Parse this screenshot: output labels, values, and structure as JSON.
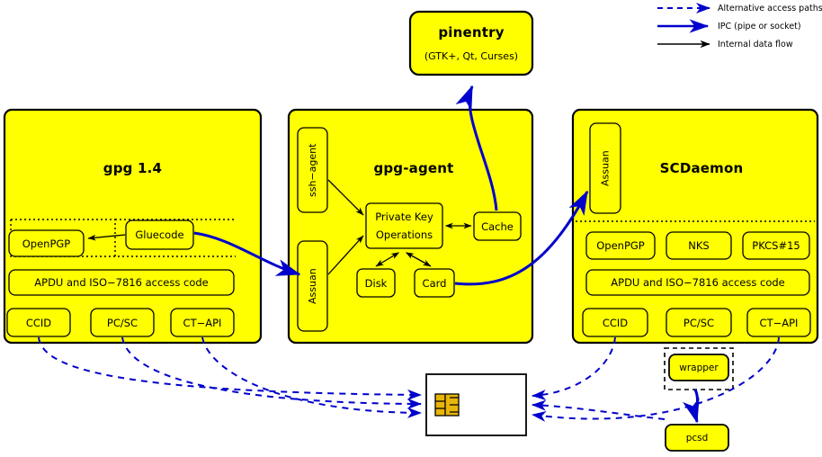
{
  "colors": {
    "fill": "#ffff00",
    "stroke": "#000000",
    "ipc": "#0000cc",
    "dashed": "#0000cc",
    "card_fill": "#ffffff",
    "chip": "#e8b50a"
  },
  "legend": {
    "items": [
      {
        "style": "dashed",
        "label": "Alternative access paths"
      },
      {
        "style": "ipc",
        "label": "IPC (pipe or socket)"
      },
      {
        "style": "internal",
        "label": "Internal data flow"
      }
    ]
  },
  "pinentry": {
    "title": "pinentry",
    "subtitle": "(GTK+, Qt, Curses)"
  },
  "gpg": {
    "title": "gpg 1.4",
    "gluecode": "Gluecode",
    "openpgp": "OpenPGP",
    "apdu": "APDU and ISO−7816 access code",
    "readers": [
      "CCID",
      "PC/SC",
      "CT−API"
    ]
  },
  "agent": {
    "title": "gpg-agent",
    "ssh_agent": "ssh−agent",
    "assuan": "Assuan",
    "private_key": {
      "line1": "Private Key",
      "line2": "Operations"
    },
    "cache": "Cache",
    "disk": "Disk",
    "card": "Card"
  },
  "scdaemon": {
    "title": "SCDaemon",
    "assuan": "Assuan",
    "apps": [
      "OpenPGP",
      "NKS",
      "PKCS#15"
    ],
    "apdu": "APDU and ISO−7816 access code",
    "readers": [
      "CCID",
      "PC/SC",
      "CT−API"
    ]
  },
  "wrapper": {
    "label": "wrapper"
  },
  "pcscd": {
    "label": "pcsd"
  },
  "smartcard": {
    "label": ""
  }
}
